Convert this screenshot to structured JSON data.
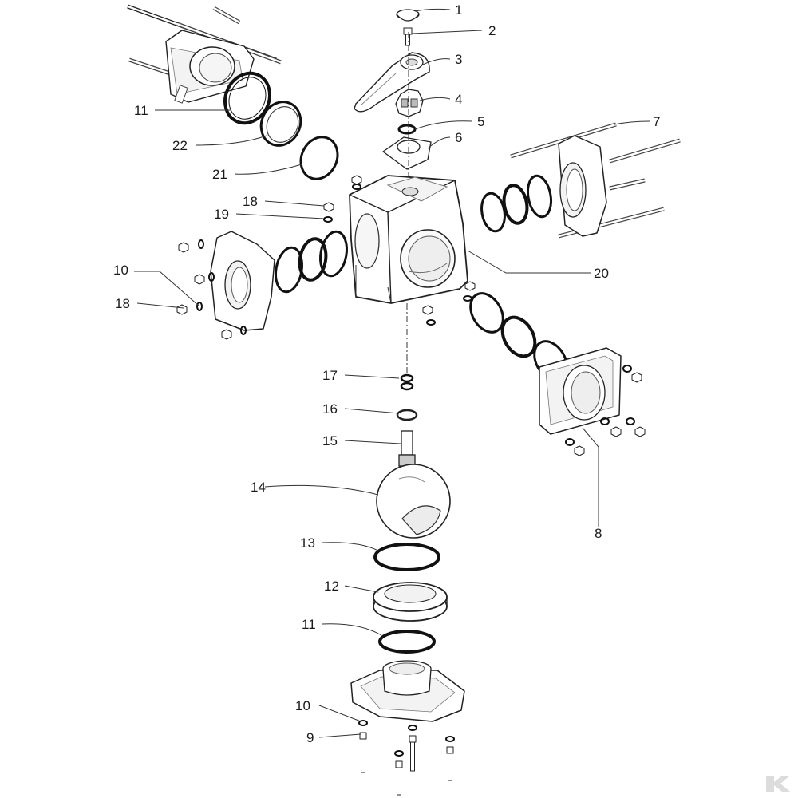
{
  "diagram": {
    "callouts": [
      {
        "id": "c1",
        "text": "1"
      },
      {
        "id": "c2",
        "text": "2"
      },
      {
        "id": "c3",
        "text": "3"
      },
      {
        "id": "c4",
        "text": "4"
      },
      {
        "id": "c5",
        "text": "5"
      },
      {
        "id": "c6",
        "text": "6"
      },
      {
        "id": "c7",
        "text": "7"
      },
      {
        "id": "c8",
        "text": "8"
      },
      {
        "id": "c9",
        "text": "9"
      },
      {
        "id": "c10a",
        "text": "10"
      },
      {
        "id": "c10b",
        "text": "10"
      },
      {
        "id": "c11a",
        "text": "11"
      },
      {
        "id": "c11b",
        "text": "11"
      },
      {
        "id": "c12",
        "text": "12"
      },
      {
        "id": "c13",
        "text": "13"
      },
      {
        "id": "c14",
        "text": "14"
      },
      {
        "id": "c15",
        "text": "15"
      },
      {
        "id": "c16",
        "text": "16"
      },
      {
        "id": "c17",
        "text": "17"
      },
      {
        "id": "c18a",
        "text": "18"
      },
      {
        "id": "c18b",
        "text": "18"
      },
      {
        "id": "c19",
        "text": "19"
      },
      {
        "id": "c20",
        "text": "20"
      },
      {
        "id": "c21",
        "text": "21"
      },
      {
        "id": "c22",
        "text": "22"
      }
    ],
    "colors": {
      "line": "#222222",
      "fill": "#ffffff",
      "shade": "#f0f0f0",
      "brand": "#dcdcdc"
    }
  },
  "brand": {
    "icon": "brand-logo-icon"
  }
}
